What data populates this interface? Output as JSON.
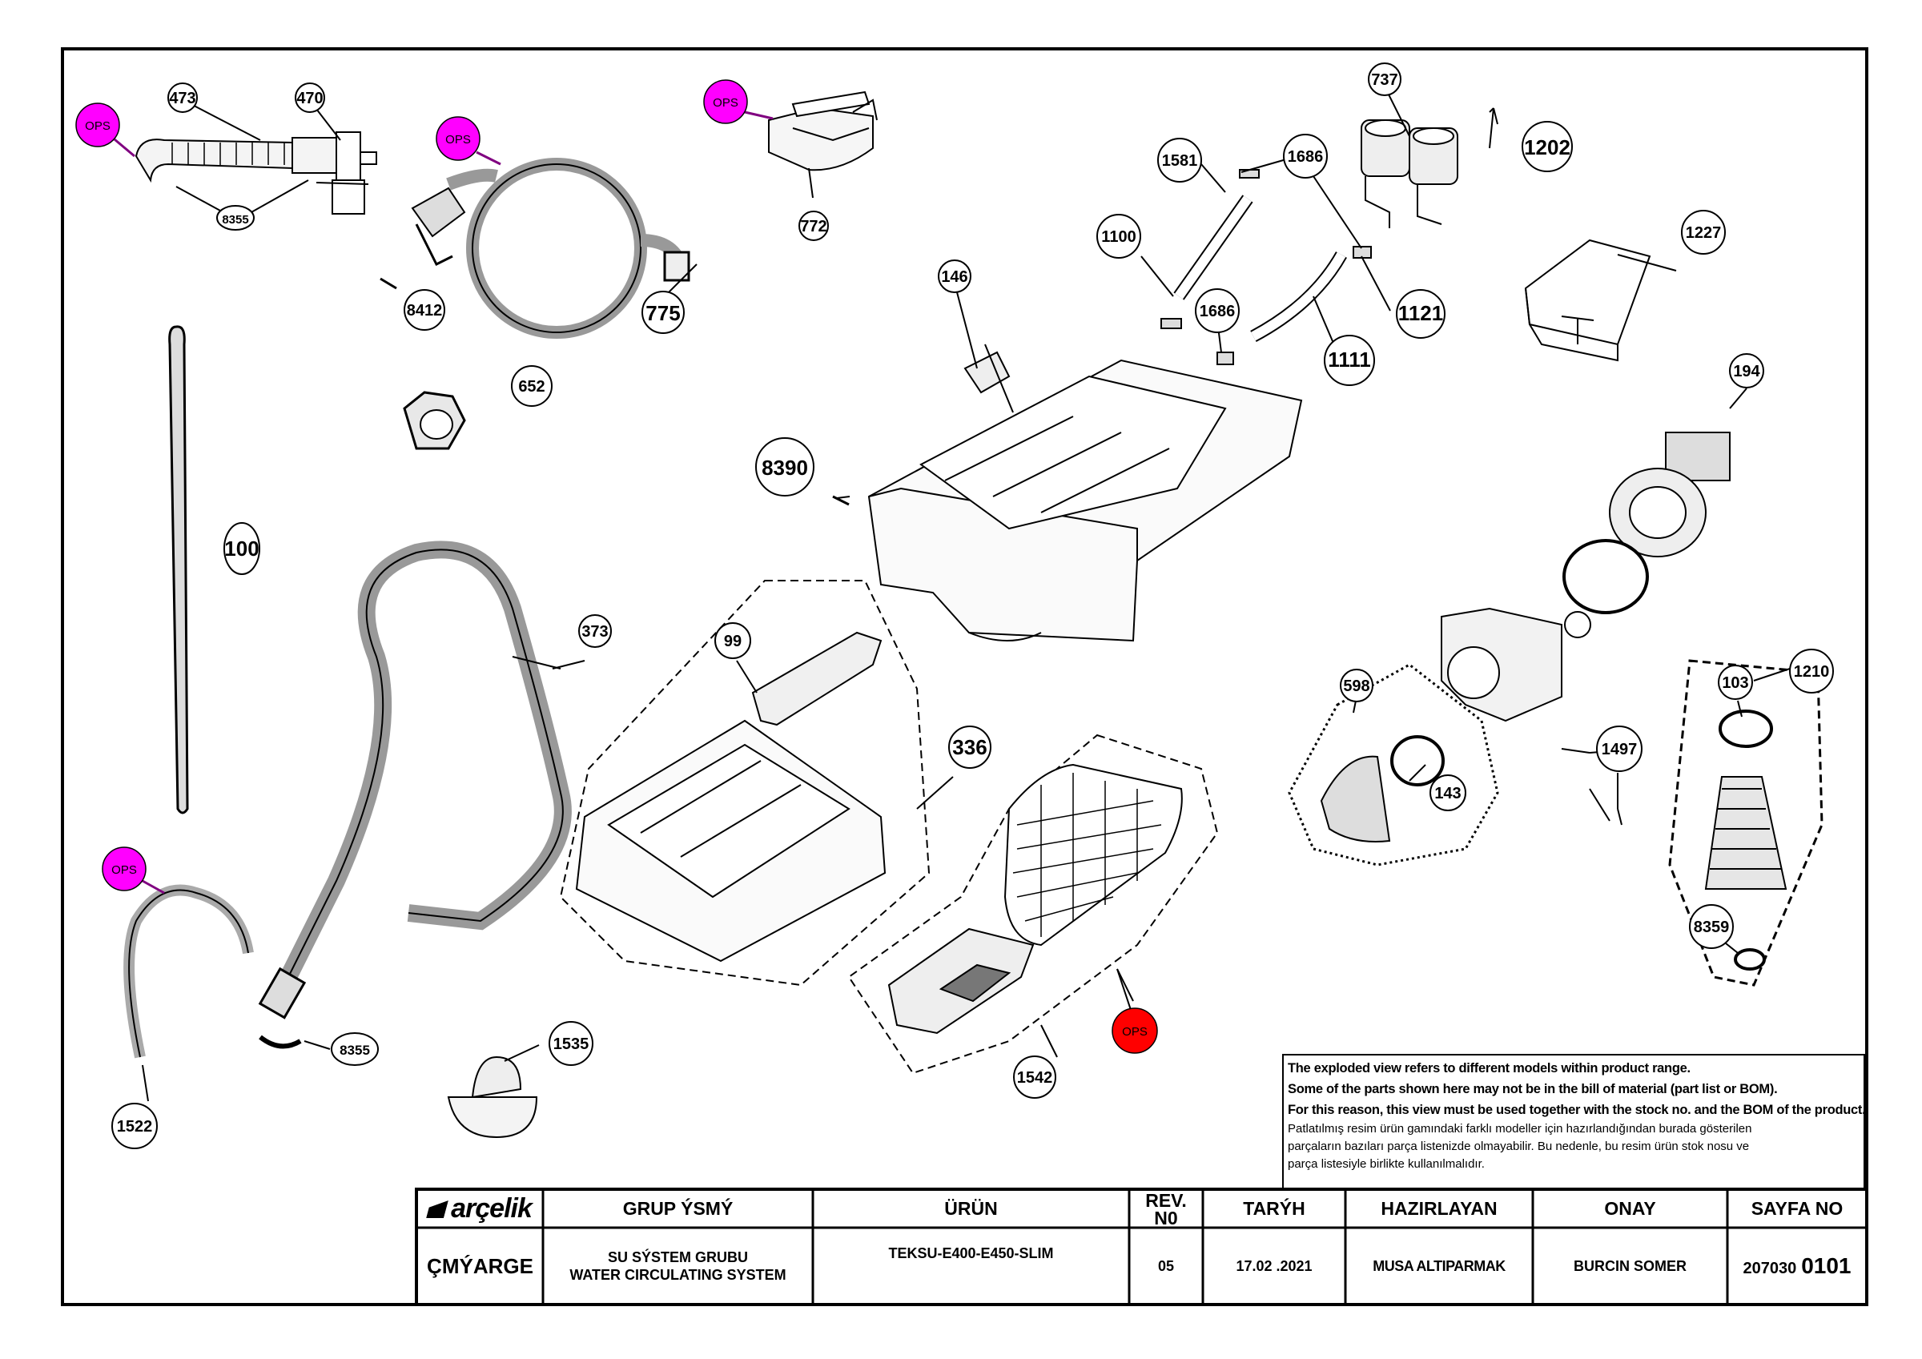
{
  "callouts": {
    "c473": "473",
    "c470": "470",
    "c8355a": "8355",
    "c772": "772",
    "c775": "775",
    "c8412": "8412",
    "c652": "652",
    "c100": "100",
    "c737": "737",
    "c1202": "1202",
    "c1581": "1581",
    "c1686a": "1686",
    "c1100": "1100",
    "c1121": "1121",
    "c1686b": "1686",
    "c1111": "1111",
    "c146": "146",
    "c1227": "1227",
    "c8390": "8390",
    "c194": "194",
    "c373": "373",
    "c99": "99",
    "c336": "336",
    "c598": "598",
    "c143": "143",
    "c1497": "1497",
    "c103": "103",
    "c1210": "1210",
    "c8359": "8359",
    "c8355b": "8355",
    "c1522": "1522",
    "c1535": "1535",
    "c1542": "1542"
  },
  "ops_markers": [
    "OPS",
    "OPS",
    "OPS",
    "OPS",
    "OPS"
  ],
  "colors": {
    "ops_magenta": "#ff00ff",
    "ops_red": "#ff0000",
    "line": "#000000"
  },
  "notes": {
    "en1": "The exploded view refers to different models within product range.",
    "en2": "Some of the parts shown here may not be in the bill of material (part list or BOM).",
    "en3": "For this reason, this view must be used together with the stock no. and the BOM of the product.",
    "tr1": "Patlatılmış resim ürün gamındaki farklı modeller için hazırlandığından burada gösterilen",
    "tr2": "parçaların bazıları parça listenizde olmayabilir. Bu nedenle, bu resim ürün stok nosu ve",
    "tr3": "parça listesiyle birlikte kullanılmalıdır."
  },
  "title_block": {
    "logo": "arçelik",
    "headers": {
      "grup_ismi": "GRUP ÝSMÝ",
      "urun": "ÜRÜN",
      "rev_line1": "REV.",
      "rev_line2": "N0",
      "tarih": "TARÝH",
      "hazirlayan": "HAZIRLAYAN",
      "onay": "ONAY",
      "sayfa_no": "SAYFA NO"
    },
    "values": {
      "cizimler": "ÇMÝARGE",
      "grup_line1": "SU SÝSTEM GRUBU",
      "grup_line2": "WATER CIRCULATING SYSTEM",
      "urun": "TEKSU-E400-E450-SLIM",
      "rev": "05",
      "tarih": "17.02 .2021",
      "hazirlayan": "MUSA ALTIPARMAK",
      "onay": "BURCIN SOMER",
      "sayfa_prefix": "207030",
      "sayfa_suffix": "0101"
    }
  }
}
